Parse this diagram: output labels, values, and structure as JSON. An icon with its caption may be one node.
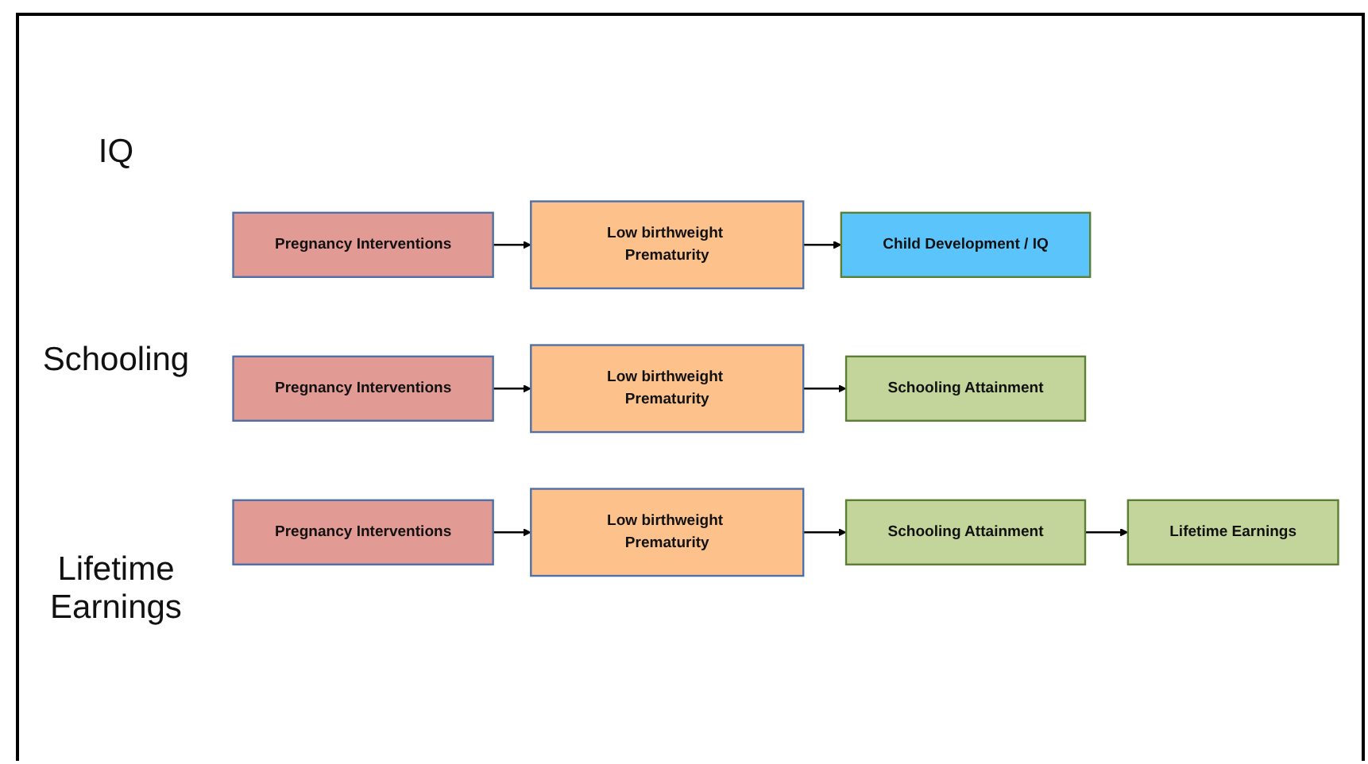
{
  "diagram": {
    "nodes": [
      {
        "text": [
          "Pregnancy Interventions"
        ]
      },
      {
        "text": [
          "Low birthweight Prematurity"
        ]
      },
      {
        "text": [
          "Child Development / IQ"
        ]
      },
      {
        "text": [
          "Pregnancy Interventions"
        ]
      },
      {
        "text": [
          "Low birthweight Prematurity"
        ]
      },
      {
        "text": [
          "Schooling Attainment"
        ]
      },
      {
        "text": [
          "Pregnancy Interventions"
        ]
      },
      {
        "text": [
          "Low birthweight Prematurity"
        ]
      },
      {
        "text": [
          "Schooling Attainment"
        ]
      },
      {
        "text": [
          "Lifetime Earnings"
        ]
      }
    ],
    "edges": [
      {
        "from": 0,
        "to": 1,
        "arrow": "to"
      },
      {
        "from": 1,
        "to": 2,
        "arrow": "to"
      },
      {
        "from": 3,
        "to": 4,
        "arrow": "to"
      },
      {
        "from": 4,
        "to": 5,
        "arrow": "to"
      },
      {
        "from": 6,
        "to": 7,
        "arrow": "to"
      },
      {
        "from": 7,
        "to": 8,
        "arrow": "to"
      },
      {
        "from": 8,
        "to": 9,
        "arrow": "to"
      }
    ],
    "labels": [
      "IQ",
      "Schooling",
      "Lifetime Earnings"
    ]
  }
}
